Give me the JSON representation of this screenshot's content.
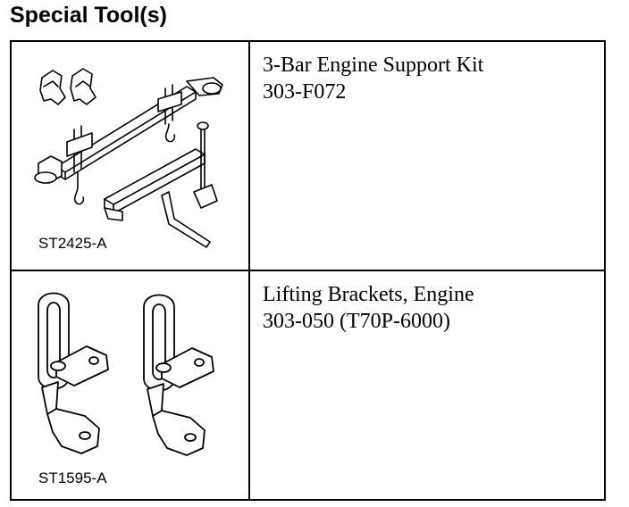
{
  "heading": "Special Tool(s)",
  "tools": [
    {
      "name": "3-Bar Engine Support Kit",
      "number": "303-F072",
      "illustration_code": "ST2425-A",
      "illustration_icon": "engine-support-kit-icon"
    },
    {
      "name": "Lifting Brackets, Engine",
      "number": "303-050 (T70P-6000)",
      "illustration_code": "ST1595-A",
      "illustration_icon": "lifting-brackets-icon"
    }
  ]
}
